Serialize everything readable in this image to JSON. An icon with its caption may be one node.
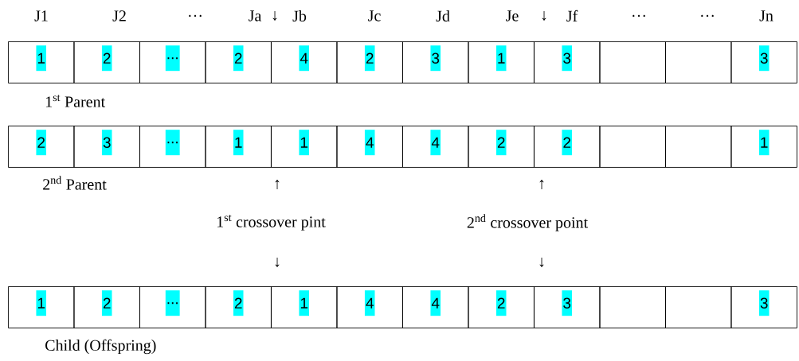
{
  "diagram": {
    "nodes": [
      {
        "text": [
          "1"
        ]
      },
      {
        "text": [
          "2"
        ]
      },
      {
        "text": [
          "..."
        ]
      },
      {
        "text": [
          "2"
        ]
      },
      {
        "text": [
          "4"
        ]
      },
      {
        "text": [
          "2"
        ]
      },
      {
        "text": [
          "3"
        ]
      },
      {
        "text": [
          "1"
        ]
      },
      {
        "text": [
          "3"
        ]
      },
      {
        "text": [],
        "shape": "box"
      },
      {
        "text": [],
        "shape": "box"
      },
      {
        "text": [
          "3"
        ]
      },
      {
        "text": [
          "2"
        ]
      },
      {
        "text": [
          "3"
        ]
      },
      {
        "text": [
          "..."
        ]
      },
      {
        "text": [
          "1"
        ]
      },
      {
        "text": [
          "1"
        ]
      },
      {
        "text": [
          "4"
        ]
      },
      {
        "text": [
          "4"
        ]
      },
      {
        "text": [
          "2"
        ]
      },
      {
        "text": [
          "2"
        ]
      },
      {
        "text": [],
        "shape": "box"
      },
      {
        "text": [],
        "shape": "box"
      },
      {
        "text": [
          "1"
        ]
      },
      {
        "text": [
          "1"
        ]
      },
      {
        "text": [
          "2"
        ]
      },
      {
        "text": [
          "..."
        ]
      },
      {
        "text": [
          "2"
        ]
      },
      {
        "text": [
          "1"
        ]
      },
      {
        "text": [
          "4"
        ]
      },
      {
        "text": [
          "4"
        ]
      },
      {
        "text": [
          "2"
        ]
      },
      {
        "text": [
          "3"
        ]
      },
      {
        "text": [],
        "shape": "box"
      },
      {
        "text": [],
        "shape": "box"
      },
      {
        "text": [
          "3"
        ]
      }
    ],
    "labels": [
      "J1",
      "J2",
      "…",
      "Ja",
      "↓",
      "Jb",
      "Jc",
      "Jd",
      "Je",
      "↓",
      "Jf",
      "…",
      "…",
      "Jn",
      "1$^{st}$ Parent",
      "2$^{nd}$ Parent",
      "↑",
      "↑",
      "1$^{st}$ crossover pint",
      "2$^{nd}$ crossover point",
      "↓",
      "↓",
      "Child (Offspring)"
    ]
  }
}
